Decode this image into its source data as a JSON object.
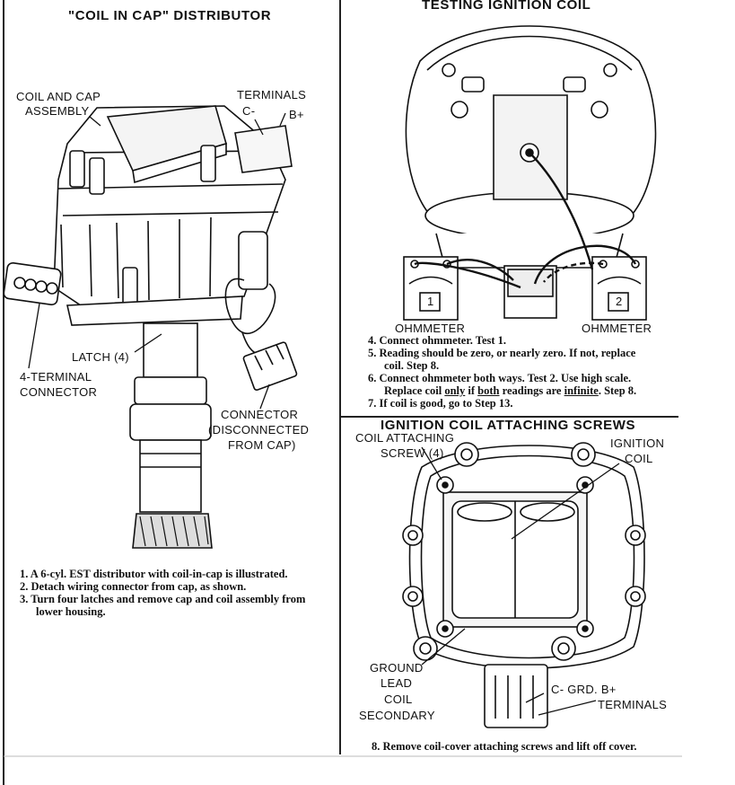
{
  "left": {
    "title": "\"COIL IN CAP\" DISTRIBUTOR",
    "coil_cap_l1": "COIL AND CAP",
    "coil_cap_l2": "ASSEMBLY",
    "terminals": "TERMINALS",
    "term_c": "C-",
    "term_b": "B+",
    "latch": "LATCH (4)",
    "four_term_l1": "4-TERMINAL",
    "four_term_l2": "CONNECTOR",
    "connector_l1": "CONNECTOR",
    "connector_l2": "(DISCONNECTED",
    "connector_l3": "FROM CAP)",
    "steps": [
      "1.  A 6-cyl. EST distributor with coil-in-cap is illustrated.",
      "2.  Detach wiring connector from cap, as shown.",
      "3.  Turn four latches and remove cap and coil assembly from",
      "lower housing."
    ]
  },
  "top_right": {
    "title": "TESTING IGNITION COIL",
    "meter1_num": "1",
    "meter2_num": "2",
    "ohm1": "OHMMETER",
    "ohm2": "OHMMETER",
    "step4": "4.  Connect ohmmeter. Test 1.",
    "step5a": "5.  Reading should be zero, or nearly zero. If not, replace",
    "step5b": "coil. Step 8.",
    "step6a": "6.  Connect ohmmeter both ways. Test 2. Use high scale.",
    "step6b_1": "Replace coil ",
    "step6b_only": "only",
    "step6b_2": " if ",
    "step6b_both": "both",
    "step6b_3": " readings are ",
    "step6b_inf": "infinite",
    "step6b_4": ". Step 8.",
    "step7": "7.  If coil is good, go to Step 13."
  },
  "bottom_right": {
    "title": "IGNITION COIL ATTACHING SCREWS",
    "coil_attach_l1": "COIL ATTACHING",
    "coil_attach_l2": "SCREW (4)",
    "ign_l1": "IGNITION",
    "ign_l2": "COIL",
    "ground_l1": "GROUND",
    "ground_l2": "LEAD",
    "coil_sec_l1": "COIL",
    "coil_sec_l2": "SECONDARY",
    "cgrd": "C- GRD. B+",
    "terminals": "TERMINALS",
    "step8": "8.  Remove coil-cover attaching screws and lift off cover."
  }
}
